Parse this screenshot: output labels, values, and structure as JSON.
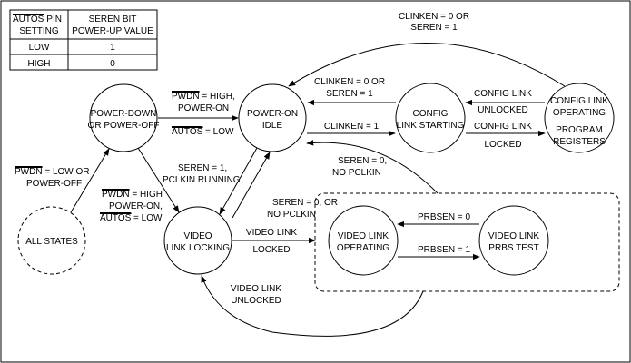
{
  "table": {
    "header": {
      "col1_top": "AUTOS",
      "col1_bottom": "PIN SETTING",
      "col2_top": "SEREN BIT",
      "col2_bottom": "POWER-UP VALUE"
    },
    "rows": [
      {
        "setting": "LOW",
        "value": "1"
      },
      {
        "setting": "HIGH",
        "value": "0"
      }
    ]
  },
  "states": {
    "power_down": {
      "line1": "POWER-DOWN",
      "line2": "OR POWER-OFF"
    },
    "power_on_idle": {
      "line1": "POWER-ON",
      "line2": "IDLE"
    },
    "config_starting": {
      "line1": "CONFIG",
      "line2": "LINK STARTING"
    },
    "config_operating": {
      "line1": "CONFIG LINK",
      "line2": "OPERATING",
      "line3": "PROGRAM",
      "line4": "REGISTERS"
    },
    "all_states": {
      "line1": "ALL STATES"
    },
    "video_locking": {
      "line1": "VIDEO",
      "line2": "LINK LOCKING"
    },
    "video_operating": {
      "line1": "VIDEO LINK",
      "line2": "OPERATING"
    },
    "video_prbs": {
      "line1": "VIDEO LINK",
      "line2": "PRBS TEST"
    }
  },
  "labels": {
    "top_clinken": {
      "line1": "CLINKEN = 0 OR",
      "line2": "SEREN = 1"
    },
    "cfgstart_to_idle": {
      "line1": "CLINKEN = 0 OR",
      "line2": "SEREN = 1"
    },
    "idle_to_cfgstart": "CLINKEN = 1",
    "cfg_unlocked": {
      "line1": "CONFIG LINK",
      "line2": "UNLOCKED"
    },
    "cfg_locked": {
      "line1": "CONFIG LINK",
      "line2": "LOCKED"
    },
    "pd_to_idle": {
      "pwdn": "PWDN",
      "rest1": " = HIGH,",
      "line2": "POWER-ON",
      "autos": "AUTOS",
      "rest3": " = LOW"
    },
    "all_to_pd": {
      "pwdn": "PWDN",
      "rest1": " = LOW OR",
      "line2": "POWER-OFF"
    },
    "pd_to_vll": {
      "pwdn": "PWDN",
      "rest1": " = HIGH",
      "line2": "POWER-ON,",
      "autos": "AUTOS",
      "rest3": " = LOW"
    },
    "idle_to_vll": {
      "line1": "SEREN = 1,",
      "line2": "PCLKIN RUNNING"
    },
    "vll_to_idle": {
      "line1": "SEREN = 0, OR",
      "line2": "NO PCLKIN"
    },
    "group_to_idle": {
      "line1": "SEREN = 0,",
      "line2": "NO PCLKIN"
    },
    "vll_locked": {
      "line1": "VIDEO LINK",
      "line2": "LOCKED"
    },
    "vll_unlocked": {
      "line1": "VIDEO LINK",
      "line2": "UNLOCKED"
    },
    "prbsen0": "PRBSEN = 0",
    "prbsen1": "PRBSEN = 1"
  }
}
